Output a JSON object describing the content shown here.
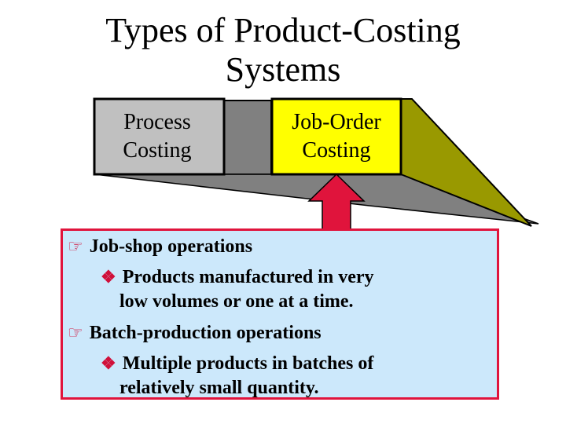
{
  "title": {
    "line1": "Types of Product-Costing",
    "line2": "Systems"
  },
  "boxes": {
    "process_line1": "Process",
    "process_line2": "Costing",
    "job_line1": "Job-Order",
    "job_line2": "Costing"
  },
  "bullets": [
    {
      "text": "Job-shop operations",
      "sub_line1": "Products manufactured in very",
      "sub_line2": "low volumes or one at a time."
    },
    {
      "text": "Batch-production operations",
      "sub_line1": "Multiple products in batches of",
      "sub_line2": "relatively small quantity."
    }
  ],
  "icons": {
    "level1": "pointing-hand-icon",
    "level2": "diamond-bullet-icon"
  },
  "colors": {
    "process_box": "#c0c0c0",
    "job_box": "#ffff00",
    "job_side": "#999900",
    "process_side": "#808080",
    "arrow": "#e0143c",
    "info_bg": "#cce8fb",
    "info_border": "#e0143c"
  }
}
